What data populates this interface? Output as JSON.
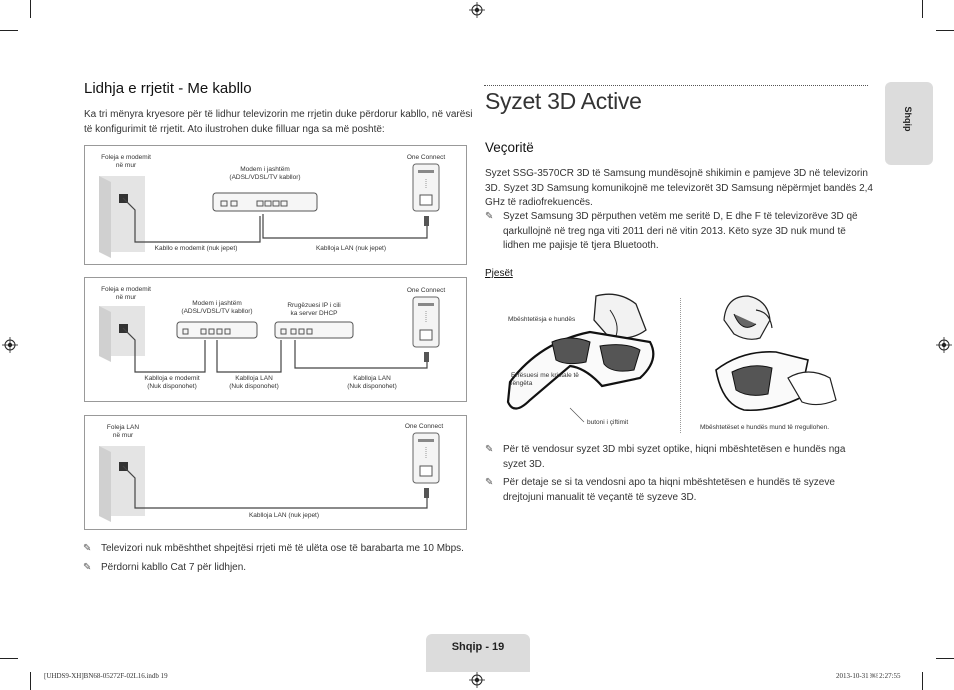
{
  "left_section": {
    "title": "Lidhja e rrjetit - Me kabllo",
    "intro_line1": "Ka tri mënyra kryesore për të lidhur televizorin me rrjetin duke përdorur kabllo, në varësi",
    "intro_line2": "të konfigurimit të rrjetit. Ato ilustrohen duke filluar nga sa më poshtë:"
  },
  "diagram1": {
    "wall_label_1": "Foleja e modemit",
    "wall_label_2": "në mur",
    "modem_label_1": "Modem i jashtëm",
    "modem_label_2": "(ADSL/VDSL/TV kabllor)",
    "oneconnect": "One Connect",
    "cable_modem": "Kabllo e modemit (nuk jepet)",
    "cable_lan": "Kablloja LAN (nuk jepet)"
  },
  "diagram2": {
    "wall_label_1": "Foleja e modemit",
    "wall_label_2": "në mur",
    "modem_label_1": "Modem i jashtëm",
    "modem_label_2": "(ADSL/VDSL/TV kabllor)",
    "router_label_1": "Rrugëzuesi IP i cili",
    "router_label_2": "ka server DHCP",
    "oneconnect": "One Connect",
    "cable_modem_1": "Kablloja e modemit",
    "cable_modem_2": "(Nuk disponohet)",
    "cable_lan_a_1": "Kablloja LAN",
    "cable_lan_a_2": "(Nuk disponohet)",
    "cable_lan_b_1": "Kablloja LAN",
    "cable_lan_b_2": "(Nuk disponohet)"
  },
  "diagram3": {
    "wall_label_1": "Foleja LAN",
    "wall_label_2": "në mur",
    "oneconnect": "One Connect",
    "cable_lan": "Kablloja LAN (nuk jepet)"
  },
  "left_notes": [
    "Televizori nuk mbështhet shpejtësi rrjeti më të ulëta ose të barabarta me 10 Mbps.",
    "Përdorni kabllo Cat 7 për lidhjen."
  ],
  "right_section": {
    "title": "Syzet 3D Active",
    "subtitle": "Veçoritë",
    "para_line1": "Syzet SSG-3570CR 3D të Samsung mundësojnë shikimin e pamjeve 3D në televizorin",
    "para_line2": "3D. Syzet 3D Samsung komunikojnë me televizorët 3D Samsung nëpërmjet bandës 2,4",
    "para_line3": "GHz të radiofrekuencës.",
    "note1_line1": "Syzet Samsung 3D përputhen vetëm me seritë D, E dhe F të televizorëve 3D që",
    "note1_line2": "qarkullojnë në treg nga viti 2011 deri në vitin 2013. Këto syze 3D nuk mund të",
    "note1_line3": "lidhen me pajisje të tjera Bluetooth.",
    "parts_heading": "Pjesët",
    "label_nosepad": "Mbështetësja e hundës",
    "label_shutter_1": "Errësuesi me kristale të",
    "label_shutter_2": "lëngëta",
    "label_pair": "butoni i çiftimit",
    "label_adjust": "Mbështetëset e hundës mund të rregullohen.",
    "note2_line1": "Për të vendosur syzet 3D mbi syzet optike, hiqni mbështetësen e hundës nga",
    "note2_line2": "syzet 3D.",
    "note3_line1": "Për detaje se si ta vendosni apo ta hiqni mbështetësen e hundës të syzeve",
    "note3_line2": "drejtojuni manualit të veçantë të syzeve 3D."
  },
  "side_tab": "Shqip",
  "footer": {
    "page_label": "Shqip - 19",
    "slug_left": "[UHDS9-XH]BN68-05272F-02L16.indb   19",
    "slug_right": "2013-10-31   ￼ 2:27:55"
  },
  "colors": {
    "tab_gray": "#dcdcdc",
    "text": "#333333"
  }
}
